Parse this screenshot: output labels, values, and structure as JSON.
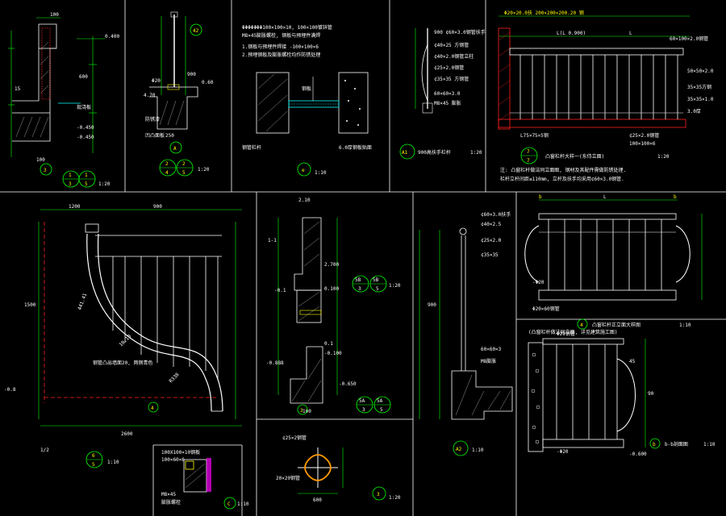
{
  "colors": {
    "background": "#000000",
    "frame": "#ffffff",
    "dimension": "#00ff00",
    "structure": "#ffffff",
    "text": "#ffffff",
    "highlight": "#ffff00",
    "accent_red": "#ff2020",
    "accent_magenta": "#ff00ff",
    "accent_orange": "#ff9900"
  },
  "panels": [
    {
      "id": "p1",
      "callout_top": [
        "1",
        "3"
      ],
      "callout_bottom": [
        "1",
        "5"
      ],
      "scale": "1:20",
      "bubble": "3"
    },
    {
      "id": "p2",
      "callout_top": [
        "2",
        "4"
      ],
      "callout_bottom": [
        "2",
        "5"
      ],
      "scale": "1:20",
      "bubble": "A"
    },
    {
      "id": "p3",
      "callout": "e",
      "scale": "1:10"
    },
    {
      "id": "p4",
      "callout": "A1",
      "title": "900高扶手栏杆",
      "scale": "1:20"
    },
    {
      "id": "p5",
      "callout_top": [
        "7",
        "7"
      ],
      "title": "凸窗栏杆大样一(东侍立面)",
      "scale": "1:20",
      "note1": "注: 凸窗栏杆做法同立面图, 钢材及其配件需做防锈处理.",
      "note2": "栏杆立杆间距≤110mm, 立杆及扶手均采用¢60×3.0钢管."
    },
    {
      "id": "p6",
      "callout_top": [
        "6",
        "5"
      ],
      "scale": "1:10",
      "label_main": "钢管凸出墙面20, 两侧青色",
      "dim_top_left": "1200",
      "dim_top_right": "900",
      "dim_bottom": "2600",
      "dim_left": "1500",
      "radius": "R338",
      "arc_label1": "441.41",
      "arc_label2": "10.10"
    },
    {
      "id": "p7",
      "callout_top": [
        "5B",
        "3"
      ],
      "callout_bottom": [
        "5B",
        "5"
      ],
      "callout2_top": [
        "5A",
        "3"
      ],
      "callout2_bottom": [
        "5A",
        "5"
      ],
      "scale": "1:20",
      "bubble": "3"
    },
    {
      "id": "p8",
      "callout": "A2",
      "scale": "1:10"
    },
    {
      "id": "p9",
      "callout": "4",
      "title": "凸窗栏杆正立面大样图",
      "scale": "1:10",
      "note": "(凸窗栏杆做法同立面, 详见建筑施工图)"
    },
    {
      "id": "p10",
      "callout": "b-b剖面图",
      "scale": "1:10"
    },
    {
      "id": "p11",
      "callout": "C",
      "scale": "1:10"
    },
    {
      "id": "p12",
      "callout": "3",
      "scale": "1:20",
      "dim": "600"
    }
  ]
}
